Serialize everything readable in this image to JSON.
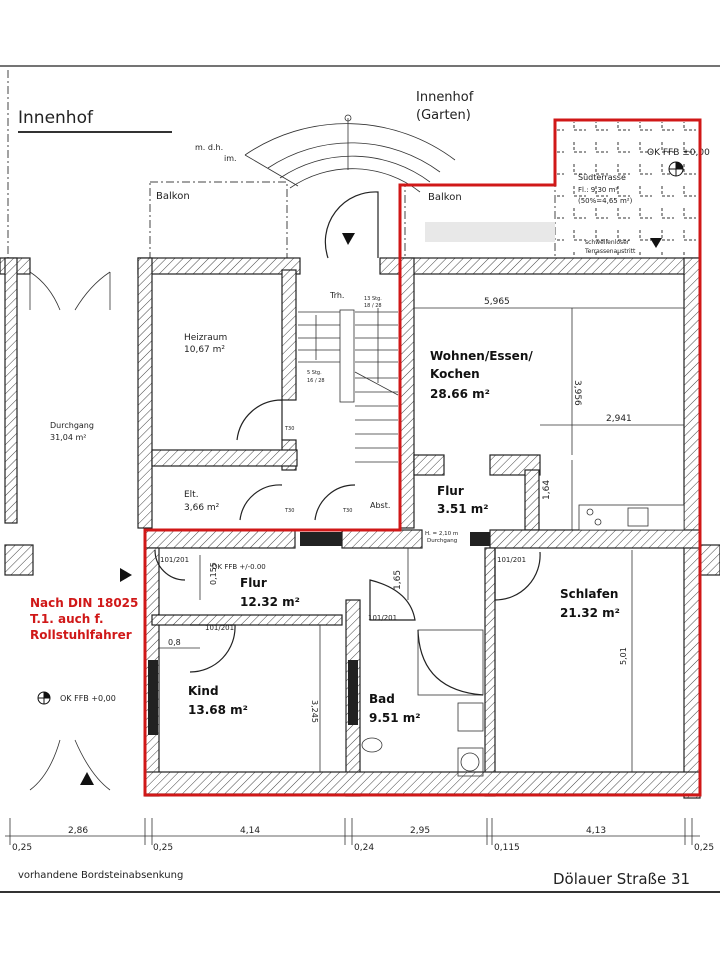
{
  "labels": {
    "innenhof": "Innenhof",
    "innenhof_garten_1": "Innenhof",
    "innenhof_garten_2": "(Garten)",
    "mdh": "m. d.h.",
    "im": "im.",
    "balkon_left": "Balkon",
    "balkon_right": "Balkon",
    "terrace": "Südterrasse",
    "terrace_area": "Fl.: 9,30 m²",
    "terrace_half": "(50%=4,65 m²)",
    "terrace_level": "OK FFB ±0,00",
    "threshold_1": "schwellenloser",
    "threshold_2": "Terrassenaustritt",
    "street": "Dölauer Straße 31",
    "curb": "vorhandene Bordsteinabsenkung",
    "din_1": "Nach DIN 18025",
    "din_2": "T.1. auch f.",
    "din_3": "Rollstuhlfahrer",
    "level_left": "OK FFB +0,00",
    "level_flur": "OK FFB +/-0.00",
    "door_1": "101/201",
    "door_2": "101/201",
    "door_3": "101/201",
    "door_4": "101/201",
    "t30_1": "T30",
    "t30_2": "T30",
    "t30_3": "T30",
    "stairs_up": "5 Stg.",
    "stairs_up_dim": "16 / 28",
    "stairs_main": "13 Stg.",
    "stairs_main_dim": "18 / 28",
    "trh": "Trh.",
    "abst": "Abst.",
    "durchgang_h": "H. = 2,10 m",
    "durchgang_small": "Durchgang"
  },
  "rooms": {
    "durchgang": {
      "name": "Durchgang",
      "area": "31,04 m²"
    },
    "heizraum": {
      "name": "Heizraum",
      "area": "10,67 m²"
    },
    "elt": {
      "name": "Elt.",
      "area": "3,66 m²"
    },
    "wohnen": {
      "name1": "Wohnen/Essen/",
      "name2": "Kochen",
      "area": "28.66 m²"
    },
    "flur_small": {
      "name": "Flur",
      "area": "3.51 m²"
    },
    "flur": {
      "name": "Flur",
      "area": "12.32 m²"
    },
    "kind": {
      "name": "Kind",
      "area": "13.68 m²"
    },
    "bad": {
      "name": "Bad",
      "area": "9.51 m²"
    },
    "schlafen": {
      "name": "Schlafen",
      "area": "21.32 m²"
    }
  },
  "dimensions": {
    "inner": [
      "5,965",
      "3,956",
      "2,941",
      "1,64",
      "0,155",
      "0,8",
      "3,245",
      "1,65",
      "5,01"
    ],
    "bottom": [
      "2,86",
      "4,14",
      "2,95",
      "4,13"
    ],
    "bottom_walls": [
      "0,25",
      "0,25",
      "0,24",
      "0,115",
      "0,25"
    ]
  },
  "colors": {
    "outline": "#d01818",
    "wall_line": "#222222"
  }
}
